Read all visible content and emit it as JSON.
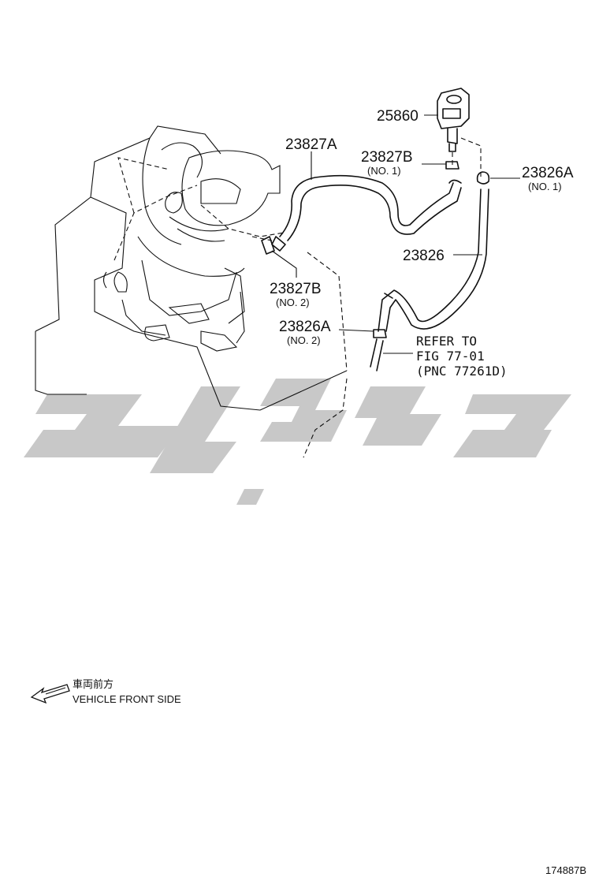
{
  "parts": {
    "p25860": "25860",
    "p23827A": "23827A",
    "p23827B_1": "23827B",
    "p23827B_1_sub": "(NO. 1)",
    "p23826A_1": "23826A",
    "p23826A_1_sub": "(NO. 1)",
    "p23826": "23826",
    "p23827B_2": "23827B",
    "p23827B_2_sub": "(NO. 2)",
    "p23826A_2": "23826A",
    "p23826A_2_sub": "(NO. 2)"
  },
  "reference": {
    "line1": "REFER TO",
    "line2": "FIG 77-01",
    "line3": "(PNC 77261D)"
  },
  "direction": {
    "japanese": "車両前方",
    "english": "VEHICLE FRONT SIDE"
  },
  "figure_id": "174887B",
  "colors": {
    "line": "#111111",
    "watermark": "#c8c8c8"
  }
}
